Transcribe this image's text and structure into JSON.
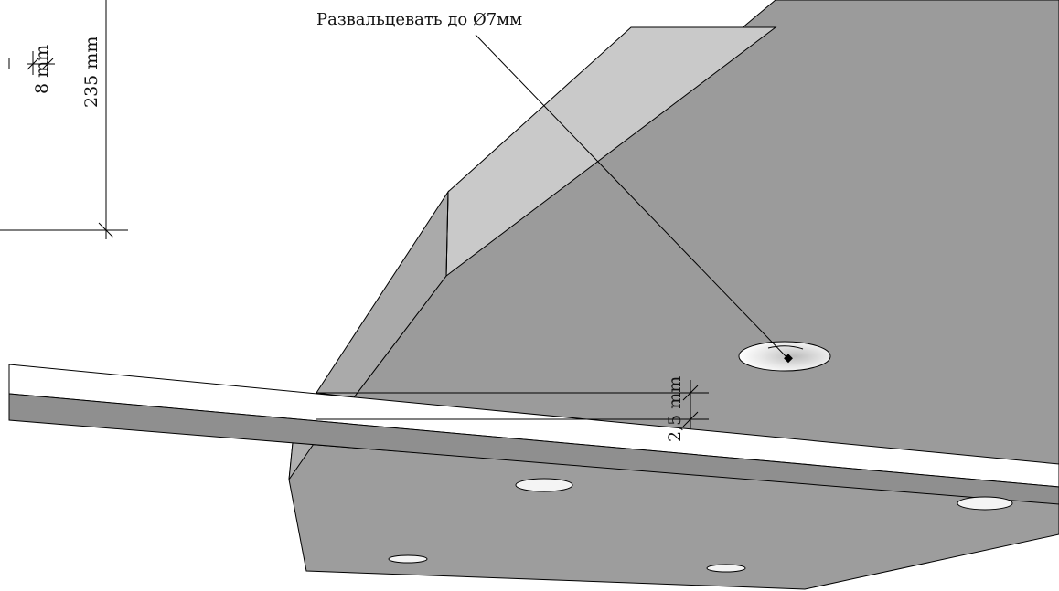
{
  "annotations": {
    "callout": "Развальцевать до Ø7мм"
  },
  "dimensions": {
    "dim_8": "8 mm",
    "dim_235": "235 mm",
    "dim_2_5": "2,5 mm"
  },
  "colors": {
    "face_main": "#9b9b9b",
    "face_light": "#c9c9c9",
    "face_mid": "#b4b4b4",
    "strip_top": "#ffffff",
    "strip_side": "#8f8f8f",
    "hole_fill": "#f4f4f4",
    "line": "#000000"
  }
}
